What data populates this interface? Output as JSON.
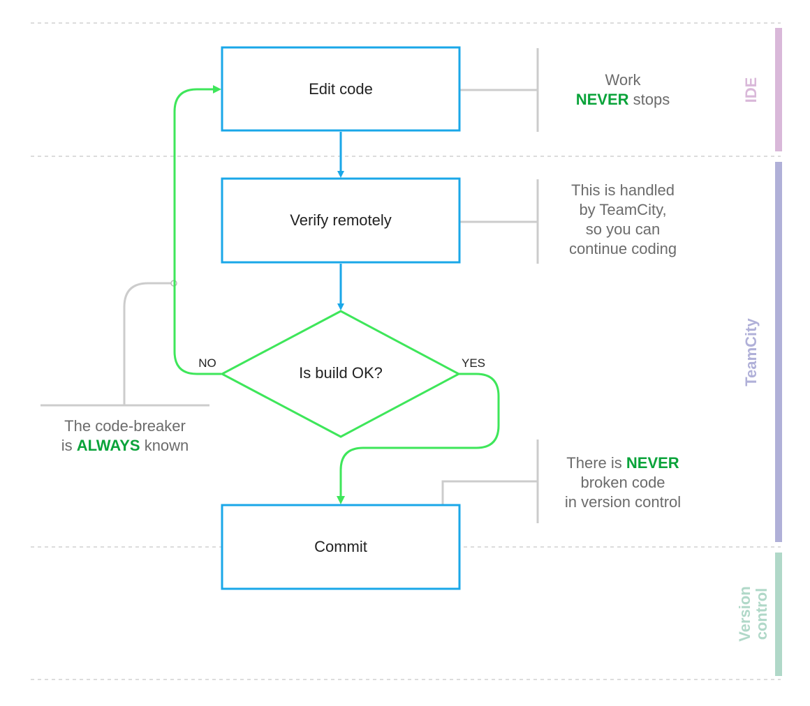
{
  "steps": {
    "edit": "Edit code",
    "verify": "Verify remotely",
    "decision": "Is build OK?",
    "commit": "Commit"
  },
  "branches": {
    "no": "NO",
    "yes": "YES"
  },
  "notes": {
    "work": {
      "line1": "Work",
      "line2_em": "NEVER",
      "line2_rest": " stops"
    },
    "teamcity": {
      "line1": "This is handled",
      "line2": "by TeamCity,",
      "line3": "so you can",
      "line4": "continue coding"
    },
    "breaker": {
      "line1": "The code-breaker",
      "line2_pre": "is ",
      "line2_em": "ALWAYS",
      "line2_rest": " known"
    },
    "broken": {
      "line1_pre": "There is ",
      "line1_em": "NEVER",
      "line2": "broken code",
      "line3": "in version control"
    }
  },
  "lanes": {
    "ide": "IDE",
    "teamcity": "TeamCity",
    "vc_line1": "Version",
    "vc_line2": "control"
  },
  "colors": {
    "box_stroke": "#1aa7e8",
    "flow_green": "#3ee65a",
    "emphasis_green": "#0aa33a",
    "connector_gray": "#cccccc",
    "lane_ide": "#d9b8d9",
    "lane_teamcity": "#b0b0d8",
    "lane_vc": "#b0d8c8"
  }
}
